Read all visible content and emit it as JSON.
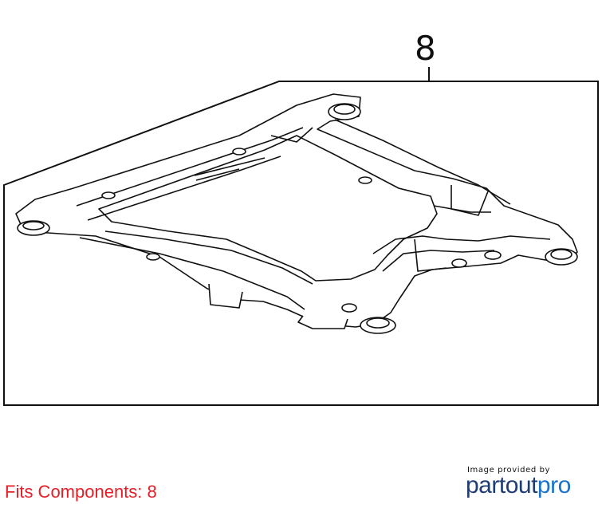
{
  "diagram": {
    "callout_number": "8"
  },
  "footer": {
    "fits_components": "Fits Components: 8",
    "credit": "Image provided by",
    "logo_part1": "partout",
    "logo_part2": "pro",
    "logo_color_primary": "#1f3c73",
    "logo_color_secondary": "#1a73c9",
    "fits_color": "#e41e26"
  }
}
